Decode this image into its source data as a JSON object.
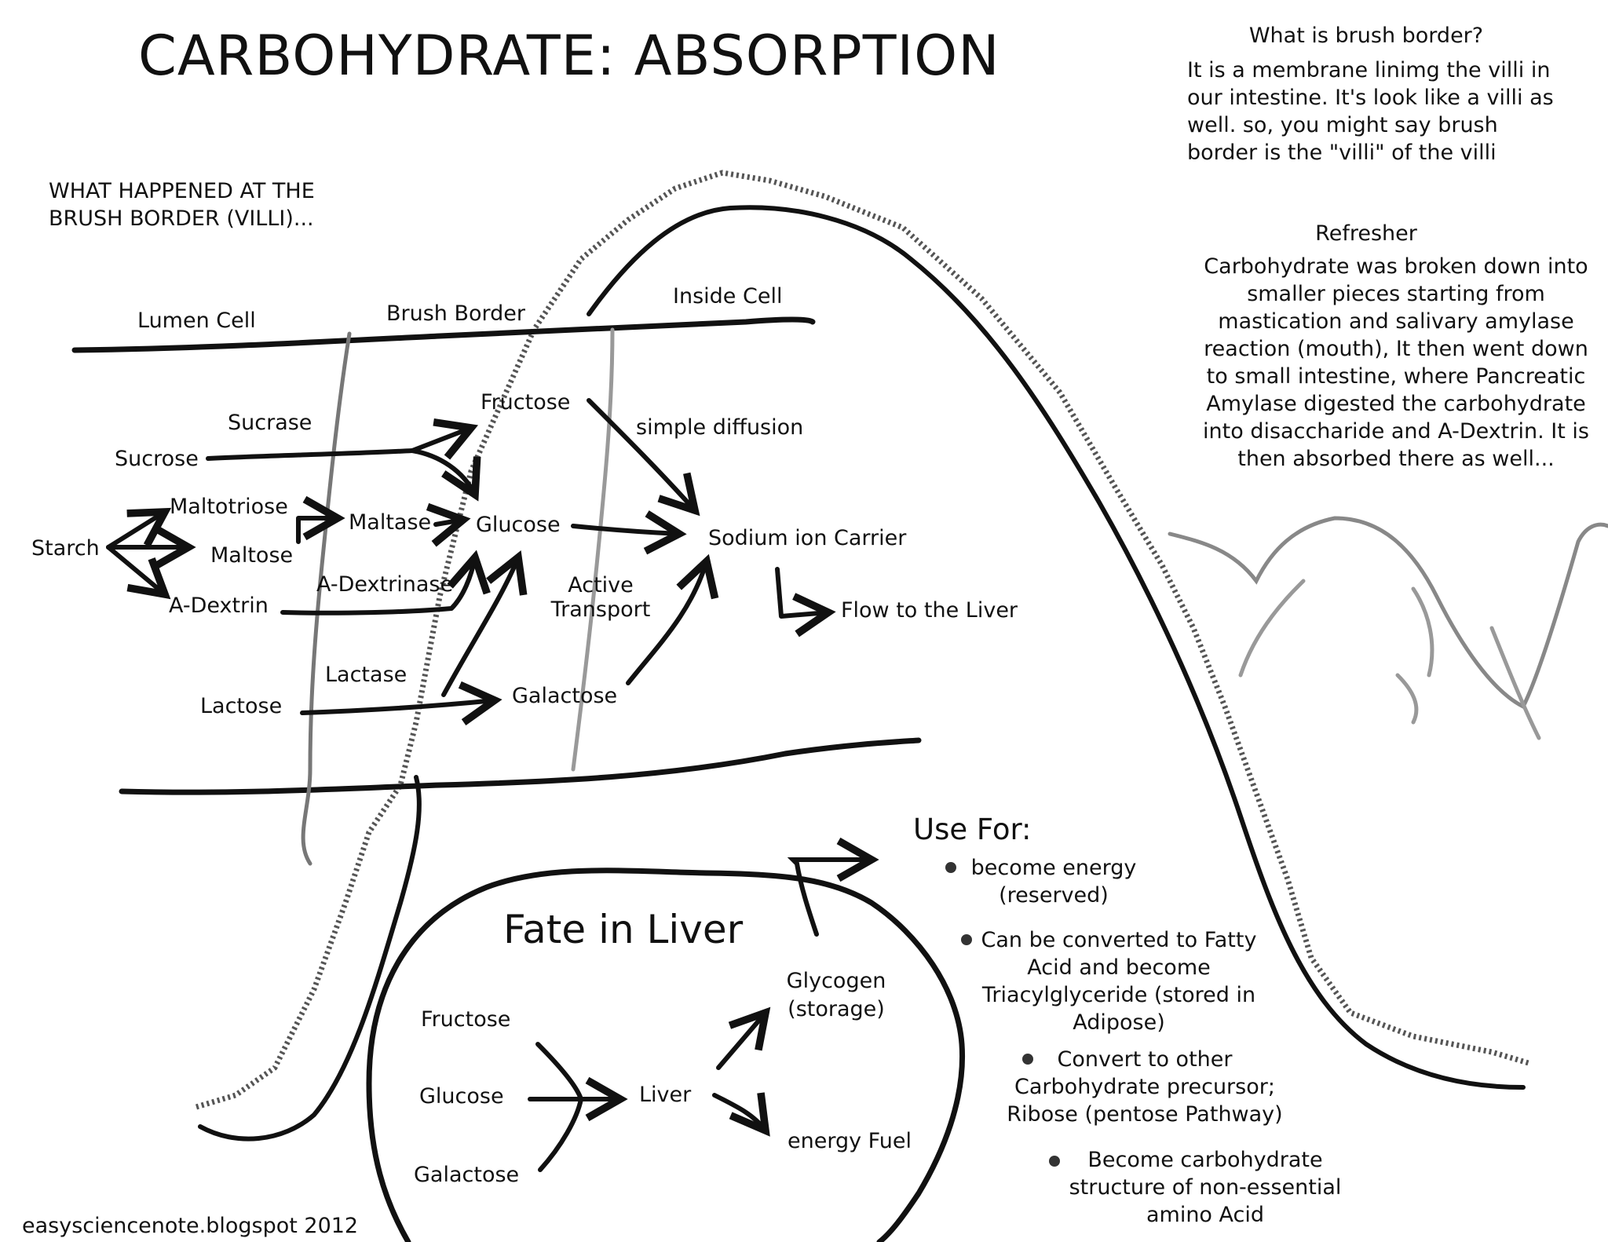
{
  "title": "CARBOHYDRATE: ABSORPTION",
  "question": {
    "heading": "What is brush border?",
    "answer": "It is a membrane linimg the villi in our intestine. It's look like a villi as well. so, you might say brush border is the \"villi\" of the villi"
  },
  "refresher": {
    "heading": "Refresher",
    "text": "Carbohydrate was broken down into smaller pieces starting from mastication and salivary amylase reaction (mouth), It then went down to small intestine, where Pancreatic Amylase digested the carbohydrate into disaccharide and A-Dextrin. It is then absorbed there as well..."
  },
  "section_heading": "WHAT HAPPENED AT THE BRUSH BORDER (VILLI)...",
  "regions": {
    "lumen": "Lumen Cell",
    "brush": "Brush Border",
    "inside": "Inside Cell"
  },
  "absorption": {
    "starch": "Starch",
    "maltotriose": "Maltotriose",
    "maltose": "Maltose",
    "a_dextrin": "A-Dextrin",
    "sucrose": "Sucrose",
    "lactose": "Lactose",
    "sucrase": "Sucrase",
    "maltase": "Maltase",
    "a_dextrinase": "A-Dextrinase",
    "lactase": "Lactase",
    "fructose": "Fructose",
    "glucose": "Glucose",
    "galactose": "Galactose",
    "simple_diffusion": "simple diffusion",
    "active_transport": "Active Transport",
    "sodium_carrier": "Sodium ion Carrier",
    "flow_liver": "Flow to the Liver"
  },
  "liver": {
    "title": "Fate in Liver",
    "fructose": "Fructose",
    "glucose": "Glucose",
    "galactose": "Galactose",
    "liver": "Liver",
    "glycogen": "Glycogen (storage)",
    "energy_fuel": "energy Fuel"
  },
  "use_for": {
    "heading": "Use For:",
    "items": [
      "become energy (reserved)",
      "Can be converted to Fatty Acid and become Triacylglyceride (stored in Adipose)",
      "Convert to other Carbohydrate precursor; Ribose (pentose Pathway)",
      "Become carbohydrate structure of non-essential amino Acid"
    ]
  },
  "footer": "easysciencenote.blogspot 2012",
  "colors": {
    "ink": "#111111",
    "gray": "#777777",
    "light": "#aaaaaa"
  }
}
